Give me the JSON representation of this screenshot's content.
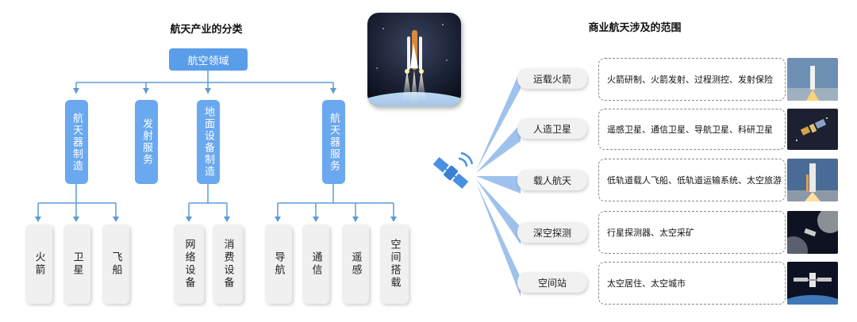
{
  "left": {
    "title": "航天产业的分类",
    "root": "航空领域",
    "level1": [
      "航天器制造",
      "发射服务",
      "地面设备制造",
      "航天器服务"
    ],
    "leaves": [
      "火箭",
      "卫星",
      "飞船",
      "网络设备",
      "消费设备",
      "导航",
      "通信",
      "遥感",
      "空间搭载"
    ]
  },
  "right": {
    "title": "商业航天涉及的范围",
    "items": [
      {
        "label": "运载火箭",
        "desc": "火箭研制、火箭发射、过程测控、发射保险"
      },
      {
        "label": "人造卫星",
        "desc": "遥感卫星、通信卫星、导航卫星、科研卫星"
      },
      {
        "label": "载人航天",
        "desc": "低轨道载人飞船、低轨道运输系统、太空旅游"
      },
      {
        "label": "深空探测",
        "desc": "行星探测器、太空采矿"
      },
      {
        "label": "空间站",
        "desc": "太空居住、太空城市"
      }
    ]
  },
  "colors": {
    "primary": "#5a9de8",
    "line": "#5b9bd5",
    "fan": "#8fb8ea"
  }
}
